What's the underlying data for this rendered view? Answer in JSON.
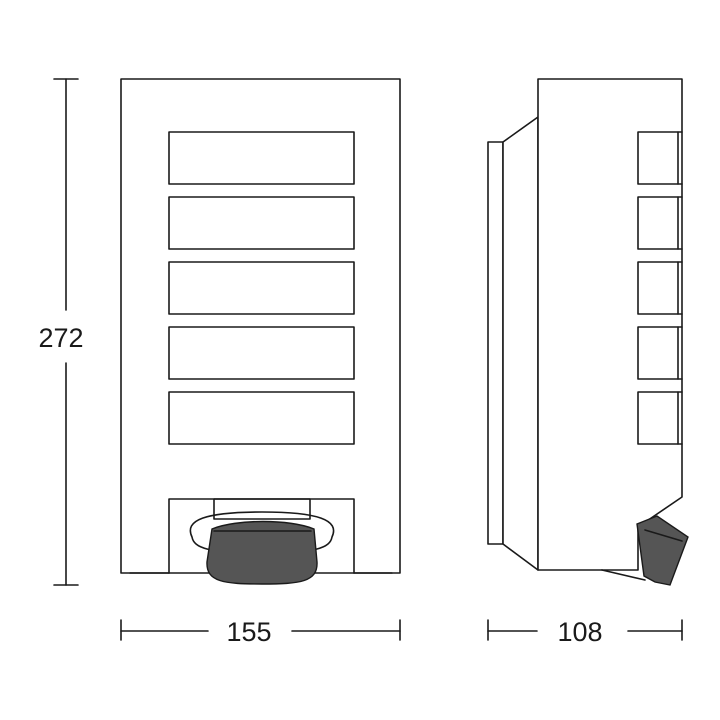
{
  "dimensions": {
    "height": "272",
    "width": "155",
    "depth": "108"
  },
  "front_view": {
    "louver_slats": 5
  },
  "side_view": {
    "side_fins": 5
  },
  "colors": {
    "line": "#1a1a1a",
    "sensor": "#555555"
  }
}
